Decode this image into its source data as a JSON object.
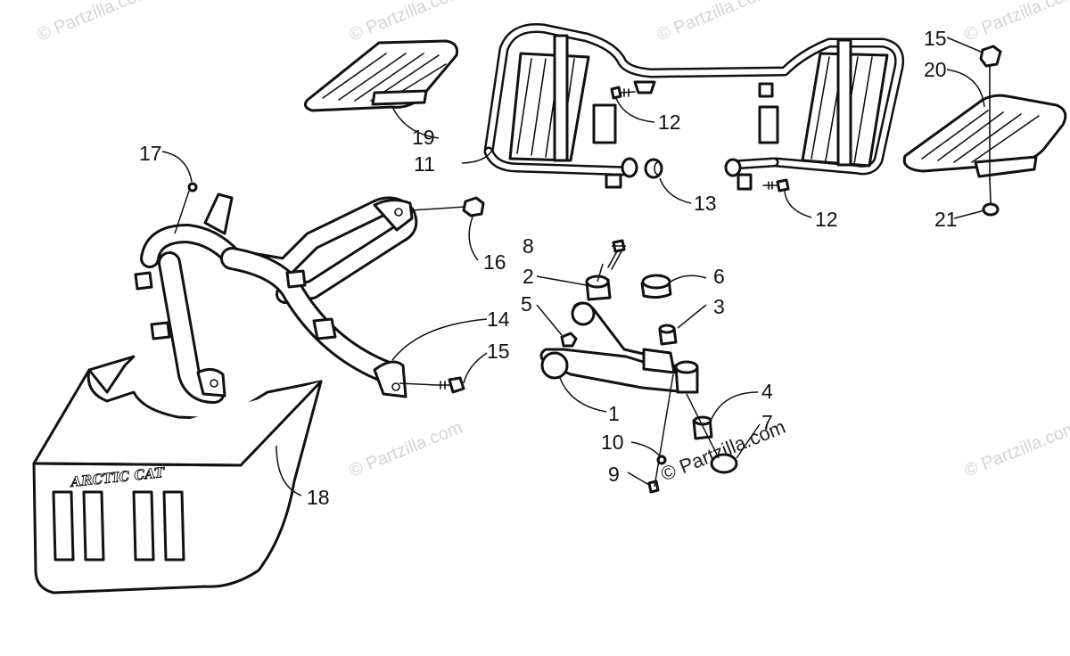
{
  "diagram": {
    "brand_label": "ARCTIC CAT",
    "watermark": "© Partzilla.com",
    "callouts": {
      "c1": "1",
      "c2": "2",
      "c3": "3",
      "c4": "4",
      "c5": "5",
      "c6": "6",
      "c7": "7",
      "c8": "8",
      "c9": "9",
      "c10": "10",
      "c11": "11",
      "c12a": "12",
      "c12b": "12",
      "c13": "13",
      "c14": "14",
      "c15a": "15",
      "c15b": "15",
      "c16": "16",
      "c17": "17",
      "c18": "18",
      "c19": "19",
      "c20": "20",
      "c21": "21"
    }
  }
}
